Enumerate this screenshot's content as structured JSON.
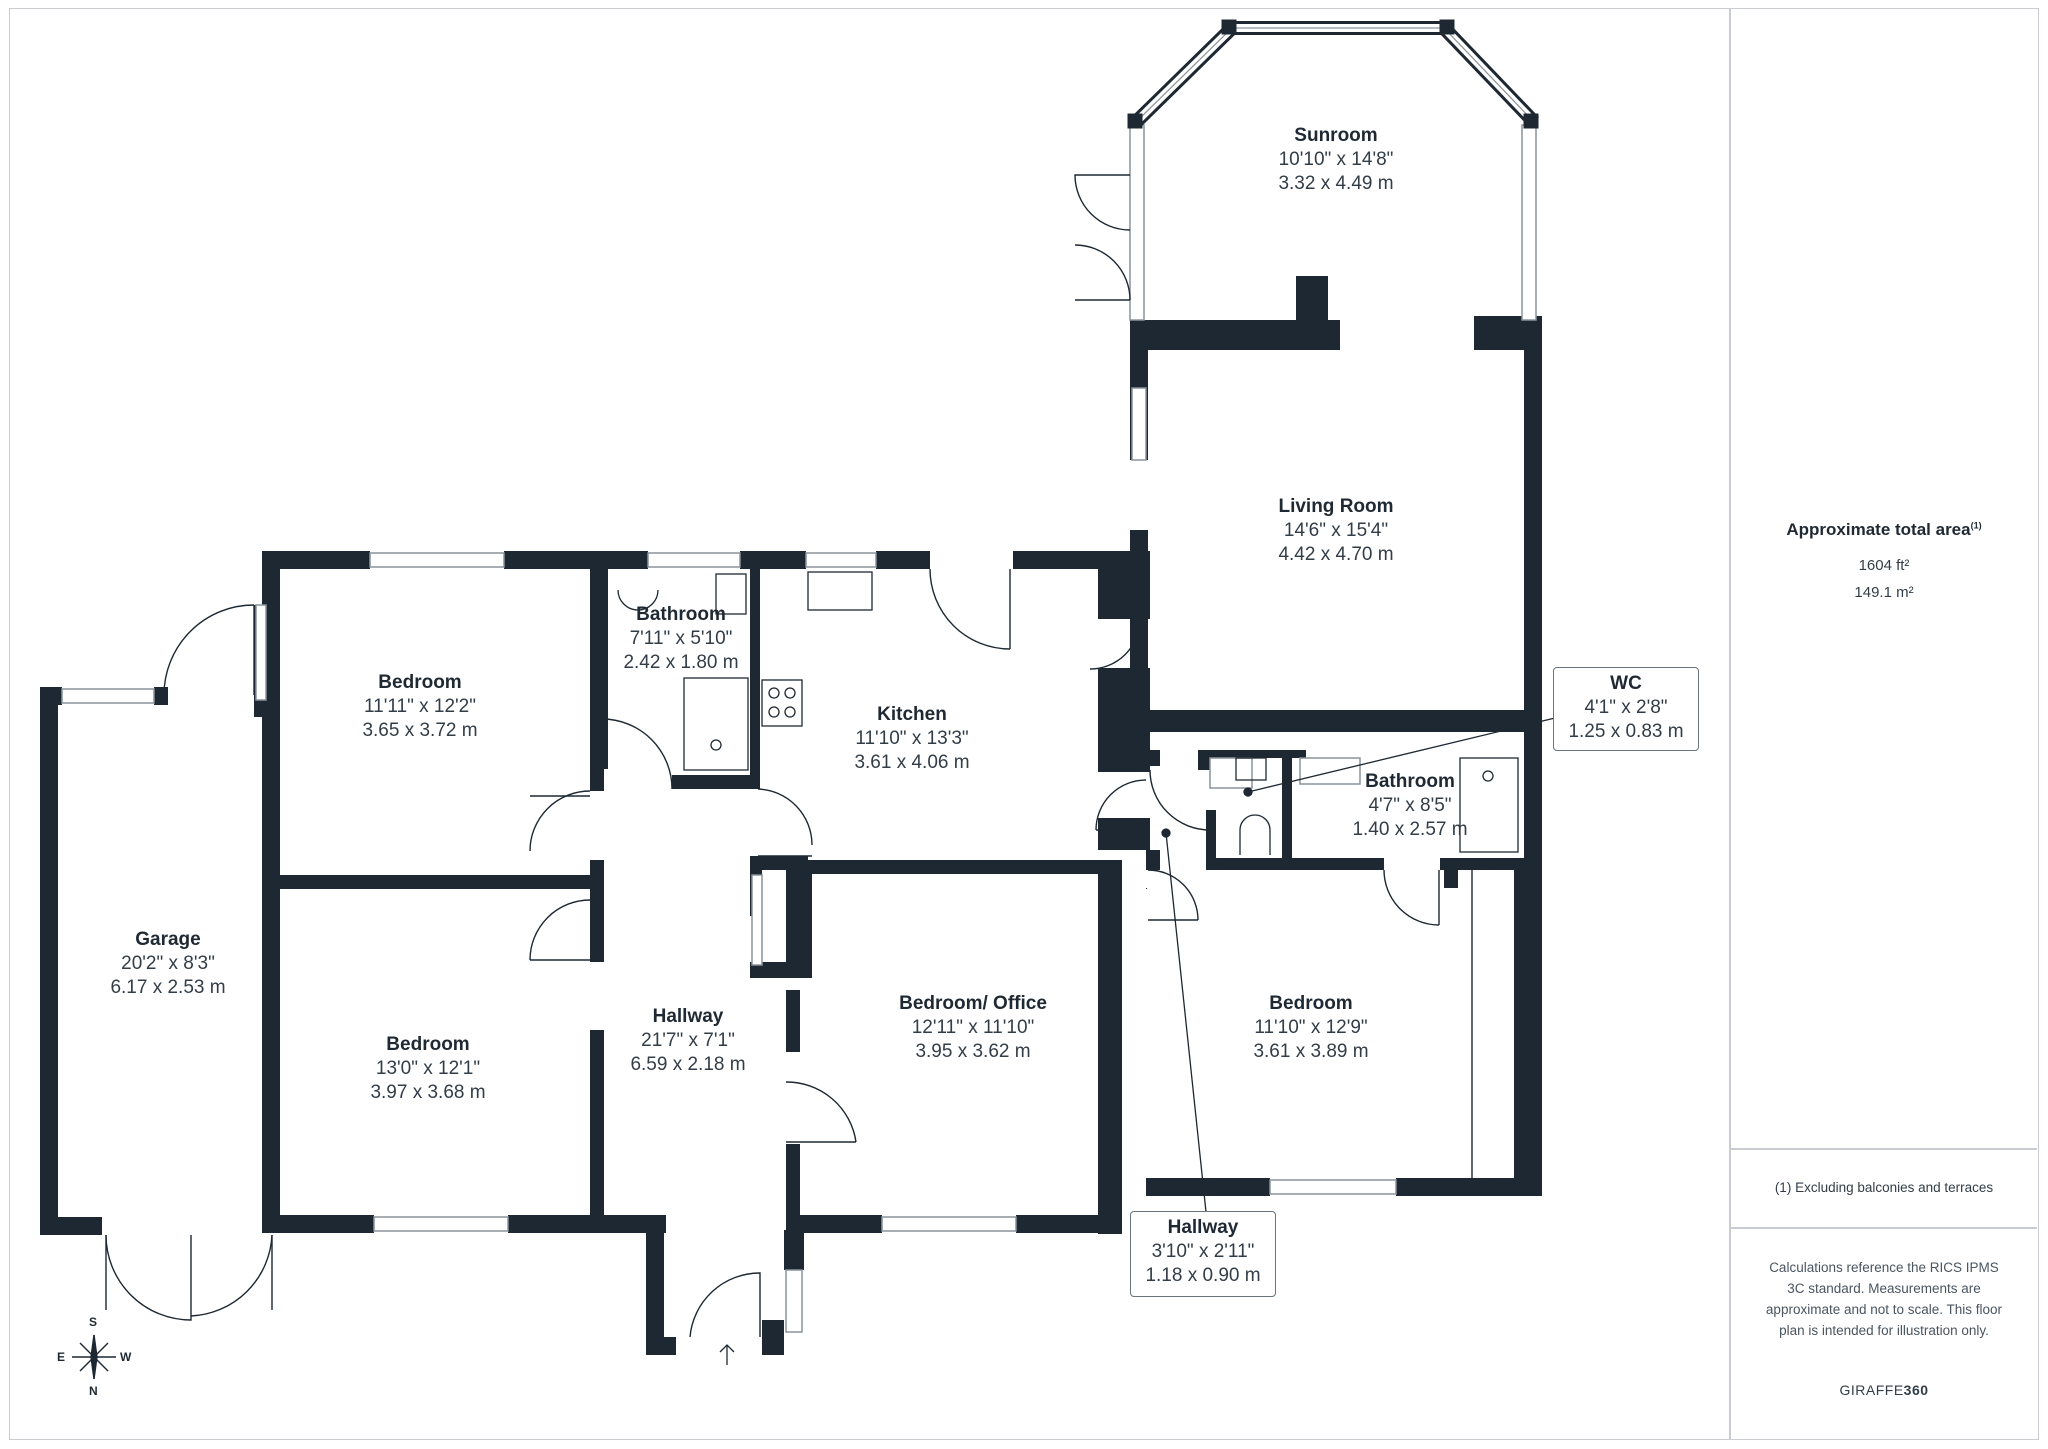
{
  "rooms": {
    "sunroom": {
      "name": "Sunroom",
      "imperial": "10'10\" x 14'8\"",
      "metric": "3.32 x 4.49 m"
    },
    "living_room": {
      "name": "Living Room",
      "imperial": "14'6\" x 15'4\"",
      "metric": "4.42 x 4.70 m"
    },
    "bedroom_1": {
      "name": "Bedroom",
      "imperial": "11'11\" x 12'2\"",
      "metric": "3.65 x 3.72 m"
    },
    "bathroom_1": {
      "name": "Bathroom",
      "imperial": "7'11\" x 5'10\"",
      "metric": "2.42 x 1.80 m"
    },
    "kitchen": {
      "name": "Kitchen",
      "imperial": "11'10\" x 13'3\"",
      "metric": "3.61 x 4.06 m"
    },
    "garage": {
      "name": "Garage",
      "imperial": "20'2\" x 8'3\"",
      "metric": "6.17 x 2.53 m"
    },
    "bedroom_2": {
      "name": "Bedroom",
      "imperial": "13'0\" x 12'1\"",
      "metric": "3.97 x 3.68 m"
    },
    "hallway_1": {
      "name": "Hallway",
      "imperial": "21'7\" x 7'1\"",
      "metric": "6.59 x 2.18 m"
    },
    "bedroom_office": {
      "name": "Bedroom/ Office",
      "imperial": "12'11\" x 11'10\"",
      "metric": "3.95 x 3.62 m"
    },
    "bathroom_2": {
      "name": "Bathroom",
      "imperial": "4'7\" x 8'5\"",
      "metric": "1.40 x 2.57 m"
    },
    "bedroom_3": {
      "name": "Bedroom",
      "imperial": "11'10\" x 12'9\"",
      "metric": "3.61 x 3.89 m"
    }
  },
  "callouts": {
    "wc": {
      "name": "WC",
      "imperial": "4'1\" x 2'8\"",
      "metric": "1.25 x 0.83 m"
    },
    "hallway_2": {
      "name": "Hallway",
      "imperial": "3'10\" x 2'11\"",
      "metric": "1.18 x 0.90 m"
    }
  },
  "compass": {
    "s": "S",
    "e": "E",
    "w": "W",
    "n": "N"
  },
  "sidebar": {
    "area_title": "Approximate total area",
    "area_note_marker": "(1)",
    "area_ft": "1604 ft²",
    "area_m": "149.1 m²",
    "footnote": "(1) Excluding balconies and terraces",
    "disclaimer": "Calculations reference the RICS IPMS 3C standard. Measurements are approximate and not to scale. This floor plan is intended for illustration only.",
    "brand_light": "GIRAFFE",
    "brand_bold": "360"
  },
  "colors": {
    "wall": "#1e2832",
    "window": "#8a939c",
    "line": "#1e2832"
  }
}
